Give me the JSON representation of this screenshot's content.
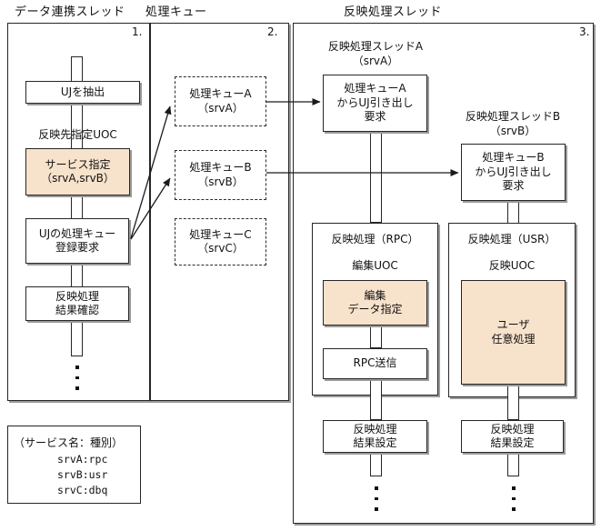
{
  "columns": {
    "col1_header": "データ連携スレッド",
    "col2_header": "処理キュー",
    "col3_header": "反映処理スレッド"
  },
  "sections": {
    "n1": "1.",
    "n2": "2.",
    "n3": "3."
  },
  "data_thread": {
    "extract": "UJを抽出",
    "uoc_label": "反映先指定UOC",
    "service": {
      "l1": "サービス指定",
      "l2": "（srvA,srvB）"
    },
    "enqueue": {
      "l1": "UJの処理キュー",
      "l2": "登録要求"
    },
    "confirm": {
      "l1": "反映処理",
      "l2": "結果確認"
    }
  },
  "queues": [
    {
      "l1": "処理キューA",
      "l2": "（srvA）"
    },
    {
      "l1": "処理キューB",
      "l2": "（srvB）"
    },
    {
      "l1": "処理キューC",
      "l2": "（srvC）"
    }
  ],
  "thread_a": {
    "title": "反映処理スレッドA",
    "subtitle": "（srvA）",
    "dequeue": {
      "l1": "処理キューA",
      "l2": "からUJ引き出し",
      "l3": "要求"
    },
    "process_title": "反映処理（RPC）",
    "uoc_label": "編集UOC",
    "edit": {
      "l1": "編集",
      "l2": "データ指定"
    },
    "send": "RPC送信",
    "result": {
      "l1": "反映処理",
      "l2": "結果設定"
    }
  },
  "thread_b": {
    "title": "反映処理スレッドB",
    "subtitle": "（srvB）",
    "dequeue": {
      "l1": "処理キューB",
      "l2": "からUJ引き出し",
      "l3": "要求"
    },
    "process_title": "反映処理（USR）",
    "uoc_label": "反映UOC",
    "user": {
      "l1": "ユーザ",
      "l2": "任意処理"
    },
    "result": {
      "l1": "反映処理",
      "l2": "結果設定"
    }
  },
  "legend": {
    "title": "（サービス名：種別）",
    "entries": [
      "srvA:rpc",
      "srvB:usr",
      "srvC:dbq"
    ]
  },
  "colors": {
    "highlight_fill": "#F7E2CB",
    "border": "#262626",
    "shadow": "#9a9a9a",
    "line": "#1a1a1a"
  }
}
